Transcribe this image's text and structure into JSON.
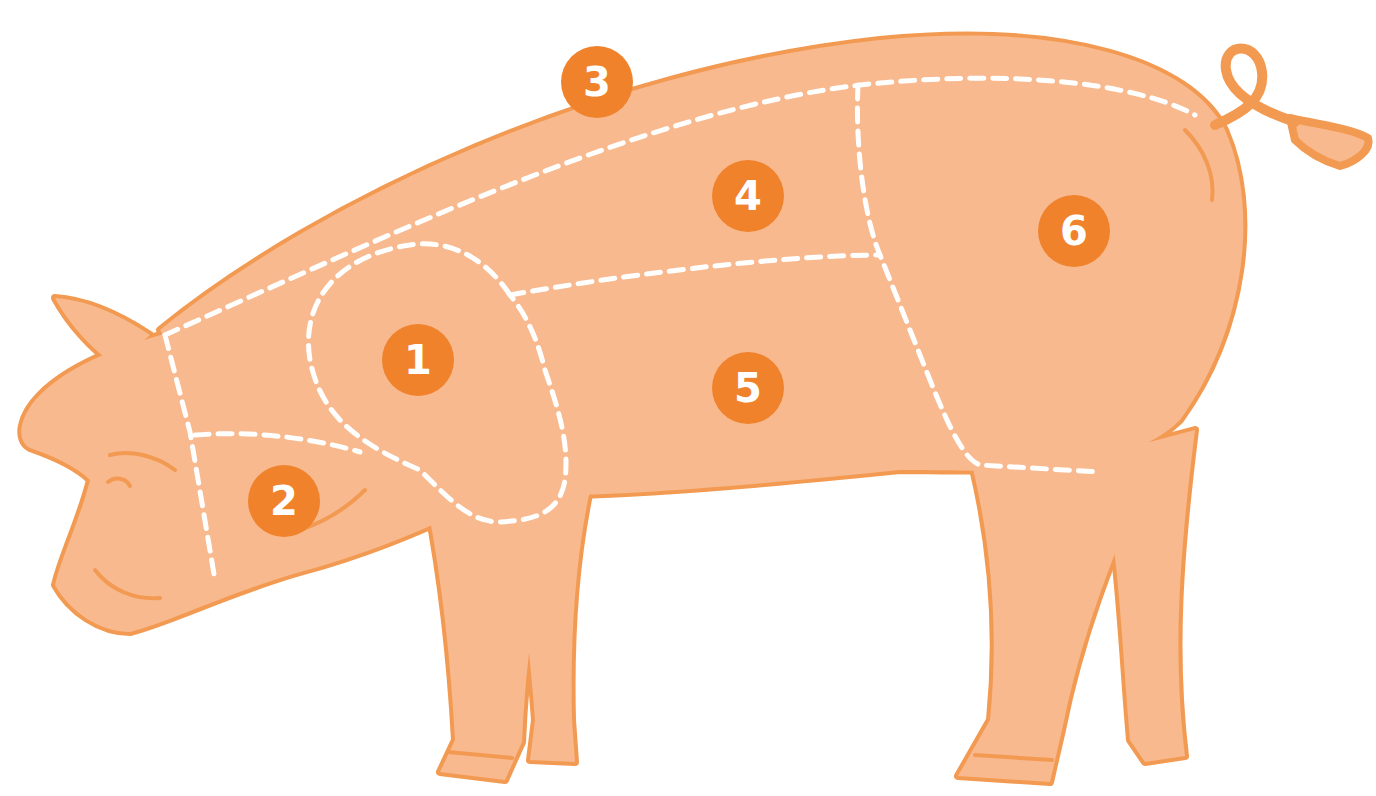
{
  "diagram": {
    "nodes": [
      {
        "text": [
          "3"
        ]
      },
      {
        "text": [
          "4"
        ]
      },
      {
        "text": [
          "6"
        ]
      },
      {
        "text": [
          "1"
        ]
      },
      {
        "text": [
          "5"
        ]
      },
      {
        "text": [
          "2"
        ]
      }
    ]
  }
}
